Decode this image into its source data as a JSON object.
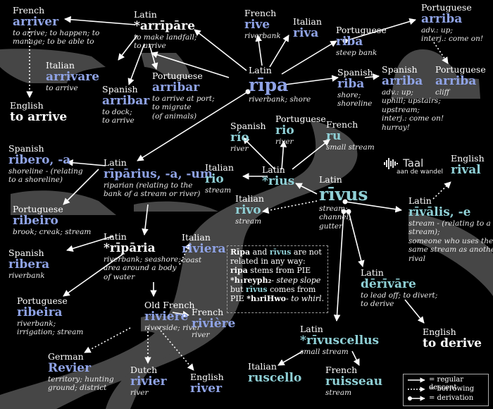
{
  "colors": {
    "blue": "#8fa3e6",
    "cyan": "#8fd0d6",
    "background": "#000000",
    "silhouette": "#4a4a4a"
  },
  "box_text": "Rīpa and rīvus are not related in any way: ripa stems from PIE *h₁reyph₂- steep slope but rīvus comes from PIE *h₃riHwo- to whirl.",
  "logo": {
    "name": "Taal",
    "sub": "aan de wandel",
    "icon": "soundwave-icon"
  },
  "legend": [
    {
      "label": "= regular descent",
      "style": "solid"
    },
    {
      "label": "= borrowing",
      "style": "dotted"
    },
    {
      "label": "= derivation",
      "style": "dot"
    }
  ],
  "nodes": [
    {
      "id": "fr-arriver",
      "lang": "French",
      "word": "arriver",
      "color": "blue",
      "gloss": [
        "to arrive; to happen; to",
        "manage; to be able to"
      ]
    },
    {
      "id": "la-arripare",
      "lang": "Latin",
      "word": "*arrīpāre",
      "color": "wht",
      "gloss": [
        "to make landfall;",
        "to arrive"
      ]
    },
    {
      "id": "it-arrivare",
      "lang": "Italian",
      "word": "arrivare",
      "color": "blue",
      "gloss": [
        "to arrive"
      ]
    },
    {
      "id": "es-arribar",
      "lang": "Spanish",
      "word": "arribar",
      "color": "blue",
      "gloss": [
        "to dock;",
        "to arrive"
      ]
    },
    {
      "id": "pt-arribar",
      "lang": "Portuguese",
      "word": "arribar",
      "color": "blue",
      "gloss": [
        "to arrive at port;",
        "to migrate",
        "(of animals)"
      ]
    },
    {
      "id": "en-arrive",
      "lang": "English",
      "word": "to arrive",
      "color": "wht",
      "gloss": []
    },
    {
      "id": "fr-rive",
      "lang": "French",
      "word": "rive",
      "color": "blue",
      "gloss": [
        "riverbank"
      ]
    },
    {
      "id": "it-riva",
      "lang": "Italian",
      "word": "riva",
      "color": "blue",
      "gloss": []
    },
    {
      "id": "pt-riba",
      "lang": "Portuguese",
      "word": "riba",
      "color": "blue",
      "gloss": [
        "steep bank"
      ]
    },
    {
      "id": "pt-arriba-top",
      "lang": "Portuguese",
      "word": "arriba",
      "color": "blue",
      "gloss": [
        "adv.: up;",
        "interj.: come on!"
      ]
    },
    {
      "id": "pt-arriba",
      "lang": "Portuguese",
      "word": "arriba",
      "color": "blue",
      "gloss": [
        "cliff"
      ]
    },
    {
      "id": "la-ripa",
      "lang": "Latin",
      "word": "rīpa",
      "color": "blue",
      "gloss": [
        "riverbank; shore"
      ]
    },
    {
      "id": "es-riba",
      "lang": "Spanish",
      "word": "riba",
      "color": "blue",
      "gloss": [
        "shore;",
        "shoreline"
      ]
    },
    {
      "id": "es-arriba",
      "lang": "Spanish",
      "word": "arriba",
      "color": "blue",
      "gloss": [
        "adv.: up;",
        "uphill; upstairs;",
        "upstream;",
        "interj.: come on!",
        "hurray!"
      ]
    },
    {
      "id": "es-rio",
      "lang": "Spanish",
      "word": "río",
      "color": "cyan",
      "gloss": [
        "river"
      ]
    },
    {
      "id": "pt-rio",
      "lang": "Portuguese",
      "word": "rio",
      "color": "cyan",
      "gloss": [
        "river"
      ]
    },
    {
      "id": "fr-ru",
      "lang": "French",
      "word": "ru",
      "color": "cyan",
      "gloss": [
        "small stream"
      ]
    },
    {
      "id": "es-ribero",
      "lang": "Spanish",
      "word": "ribero, -a",
      "color": "blue",
      "gloss": [
        "shoreline - (relating",
        "to a shoreline)"
      ]
    },
    {
      "id": "la-riparius",
      "lang": "Latin",
      "word": "rīpārius, -a, -um",
      "color": "blue",
      "gloss": [
        "riparian (relating to the",
        "bank of a stream or river)"
      ]
    },
    {
      "id": "it-rio",
      "lang": "Italian",
      "word": "rio",
      "color": "cyan",
      "gloss": [
        "stream"
      ]
    },
    {
      "id": "la-rius",
      "lang": "Latin",
      "word": "*rius",
      "color": "cyan",
      "gloss": []
    },
    {
      "id": "la-rivus",
      "lang": "Latin",
      "word": "rīvus",
      "color": "cyan",
      "gloss": [
        "stream;",
        "channel;",
        "gutter"
      ]
    },
    {
      "id": "en-rival",
      "lang": "English",
      "word": "rival",
      "color": "cyan",
      "gloss": []
    },
    {
      "id": "pt-ribeiro",
      "lang": "Portuguese",
      "word": "ribeiro",
      "color": "blue",
      "gloss": [
        "brook; creak; stream"
      ]
    },
    {
      "id": "it-rivo",
      "lang": "Italian",
      "word": "rivo",
      "color": "cyan",
      "gloss": [
        "stream"
      ]
    },
    {
      "id": "la-rivalis",
      "lang": "Latin",
      "word": "rīvālis, -e",
      "color": "cyan",
      "gloss": [
        "stream - (relating to a",
        "stream);",
        "someone who uses the",
        "same stream as another;",
        "rival"
      ]
    },
    {
      "id": "la-riparia",
      "lang": "Latin",
      "word": "*rīpāria",
      "color": "wht",
      "gloss": [
        "riverbank; seashore;",
        "area around a body",
        "of water"
      ]
    },
    {
      "id": "it-riviera",
      "lang": "Italian",
      "word": "riviera",
      "color": "blue",
      "gloss": [
        "coast"
      ]
    },
    {
      "id": "es-ribera",
      "lang": "Spanish",
      "word": "ribera",
      "color": "blue",
      "gloss": [
        "riverbank"
      ]
    },
    {
      "id": "la-derivare",
      "lang": "Latin",
      "word": "dērīvāre",
      "color": "cyan",
      "gloss": [
        "to lead off; to divert;",
        "to derive"
      ]
    },
    {
      "id": "pt-ribeira",
      "lang": "Portuguese",
      "word": "ribeira",
      "color": "blue",
      "gloss": [
        "riverbank;",
        "irrigation; stream"
      ]
    },
    {
      "id": "ofr-riviere",
      "lang": "Old French",
      "word": "riviere",
      "color": "blue",
      "gloss": [
        "riverside; river"
      ]
    },
    {
      "id": "fr-riviere",
      "lang": "French",
      "word": "rivière",
      "color": "blue",
      "gloss": [
        "river"
      ]
    },
    {
      "id": "la-rivuscellus",
      "lang": "Latin",
      "word": "*rīvuscellus",
      "color": "cyan",
      "gloss": [
        "small stream"
      ]
    },
    {
      "id": "en-derive",
      "lang": "English",
      "word": "to derive",
      "color": "wht",
      "gloss": []
    },
    {
      "id": "de-revier",
      "lang": "German",
      "word": "Revier",
      "color": "blue",
      "gloss": [
        "territory; hunting",
        "ground; district"
      ]
    },
    {
      "id": "nl-rivier",
      "lang": "Dutch",
      "word": "rivier",
      "color": "blue",
      "gloss": [
        "river"
      ]
    },
    {
      "id": "en-river",
      "lang": "English",
      "word": "river",
      "color": "blue",
      "gloss": []
    },
    {
      "id": "it-ruscello",
      "lang": "Italian",
      "word": "ruscello",
      "color": "cyan",
      "gloss": []
    },
    {
      "id": "fr-ruisseau",
      "lang": "French",
      "word": "ruisseau",
      "color": "cyan",
      "gloss": [
        "stream"
      ]
    }
  ]
}
